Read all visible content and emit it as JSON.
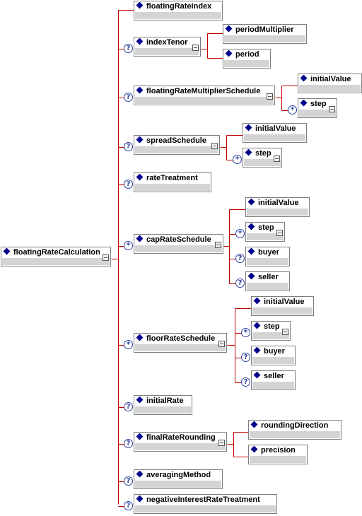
{
  "diagram": {
    "root": {
      "label": "floatingRateCalculation"
    },
    "nodes": [
      {
        "label": "floatingRateIndex"
      },
      {
        "label": "indexTenor",
        "occurrence": "?"
      },
      {
        "label": "periodMultiplier"
      },
      {
        "label": "period"
      },
      {
        "label": "floatingRateMultiplierSchedule",
        "occurrence": "?"
      },
      {
        "label": "initialValue"
      },
      {
        "label": "step",
        "occurrence": "*"
      },
      {
        "label": "spreadSchedule",
        "occurrence": "?"
      },
      {
        "label": "initialValue"
      },
      {
        "label": "step",
        "occurrence": "*"
      },
      {
        "label": "rateTreatment",
        "occurrence": "?"
      },
      {
        "label": "capRateSchedule",
        "occurrence": "*"
      },
      {
        "label": "initialValue"
      },
      {
        "label": "step",
        "occurrence": "*"
      },
      {
        "label": "buyer",
        "occurrence": "?"
      },
      {
        "label": "seller",
        "occurrence": "?"
      },
      {
        "label": "floorRateSchedule",
        "occurrence": "*"
      },
      {
        "label": "initialValue"
      },
      {
        "label": "step",
        "occurrence": "*"
      },
      {
        "label": "buyer",
        "occurrence": "?"
      },
      {
        "label": "seller",
        "occurrence": "?"
      },
      {
        "label": "initialRate",
        "occurrence": "?"
      },
      {
        "label": "finalRateRounding",
        "occurrence": "?"
      },
      {
        "label": "roundingDirection"
      },
      {
        "label": "precision"
      },
      {
        "label": "averagingMethod",
        "occurrence": "?"
      },
      {
        "label": "negativeInterestRateTreatment",
        "occurrence": "?"
      }
    ],
    "colors": {
      "connector": "#c00000",
      "diamond": "#00008b",
      "footer": "#d4d4d4",
      "occurrence": "#2b3fa0"
    }
  }
}
